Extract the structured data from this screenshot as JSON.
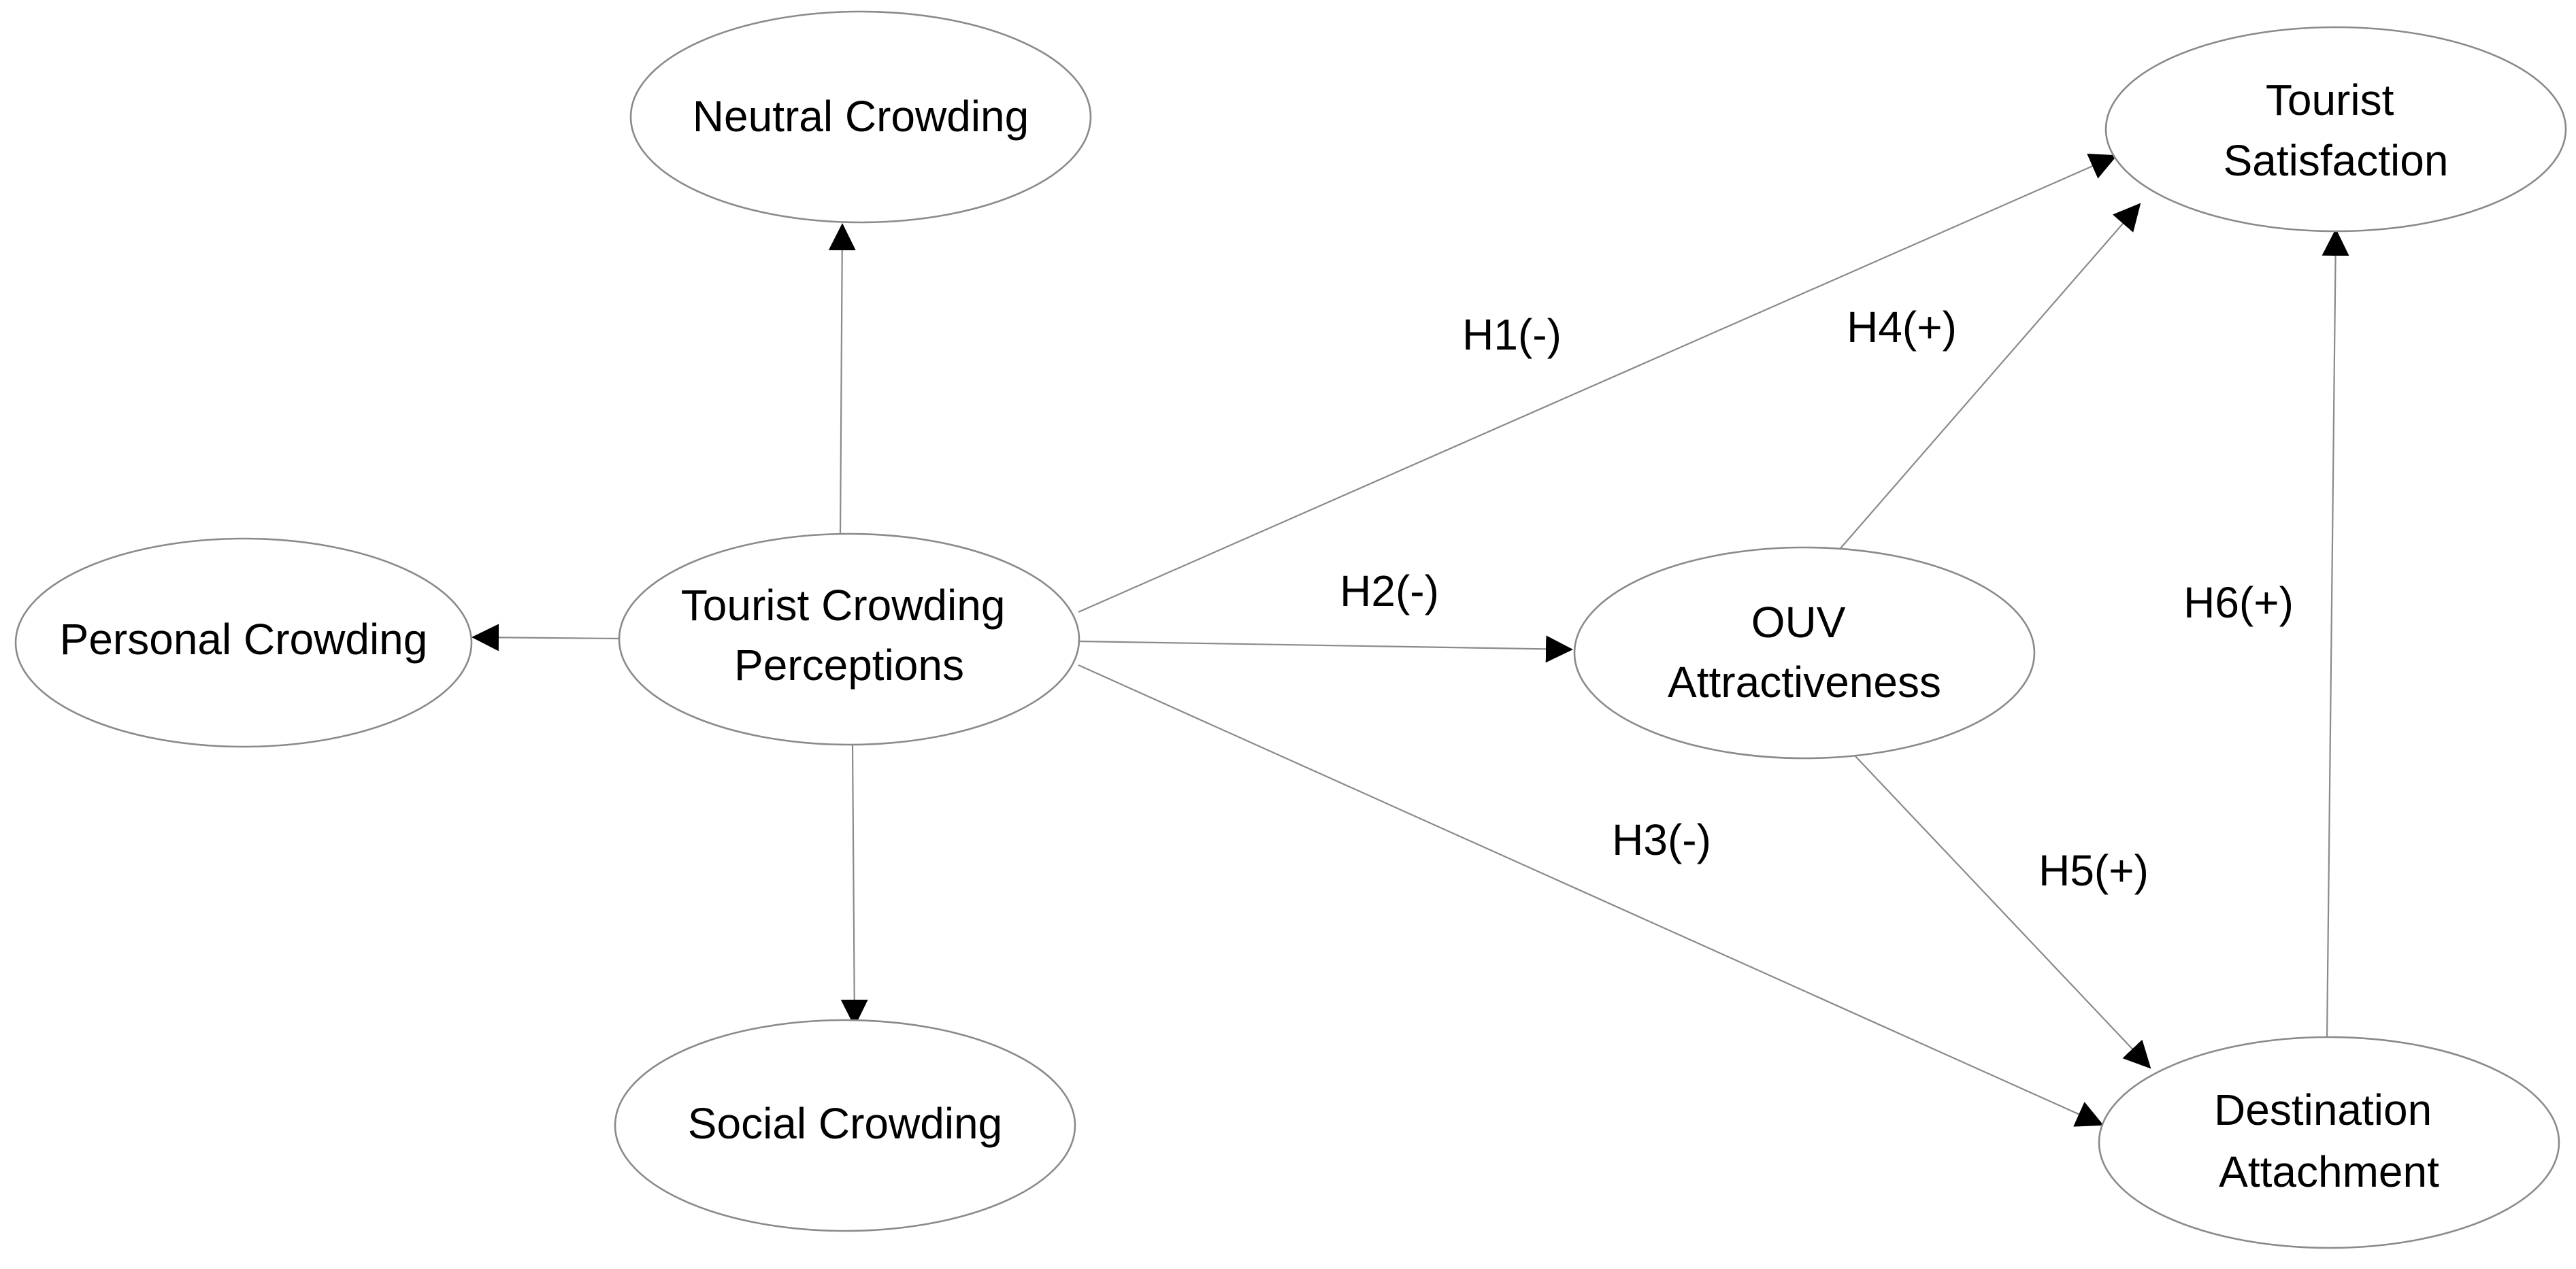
{
  "nodes": {
    "neutral": {
      "lines": [
        "Neutral Crowding"
      ]
    },
    "personal": {
      "lines": [
        "Personal Crowding"
      ]
    },
    "tcp": {
      "lines": [
        "Tourist Crowding",
        "Perceptions"
      ]
    },
    "social": {
      "lines": [
        "Social Crowding"
      ]
    },
    "ouv": {
      "lines": [
        "OUV",
        "Attractiveness"
      ]
    },
    "satisfaction": {
      "lines": [
        "Tourist",
        "Satisfaction"
      ]
    },
    "attachment": {
      "lines": [
        "Destination",
        "Attachment"
      ]
    }
  },
  "edges": {
    "h1": {
      "label": "H1(-)"
    },
    "h2": {
      "label": "H2(-)"
    },
    "h3": {
      "label": "H3(-)"
    },
    "h4": {
      "label": "H4(+)"
    },
    "h5": {
      "label": "H5(+)"
    },
    "h6": {
      "label": "H6(+)"
    }
  }
}
